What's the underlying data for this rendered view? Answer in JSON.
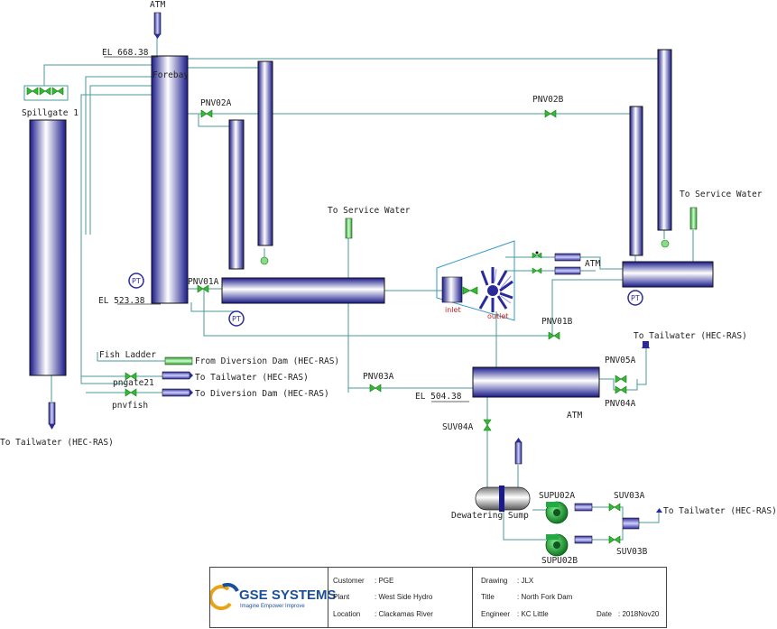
{
  "labels": {
    "atm_top": "ATM",
    "el_668": "EL 668.38",
    "forebay": "Forebay",
    "spillgate": "Spillgate 1",
    "pnv02a": "PNV02A",
    "pnv02b": "PNV02B",
    "to_service_water_1": "To Service Water",
    "to_service_water_2": "To Service Water",
    "el_523": "EL 523.38",
    "pnv01a": "PNV01A",
    "inlet": "inlet",
    "outlet": "outlet",
    "atm_right": "ATM",
    "pnv01b": "PNV01B",
    "to_tailwater_right": "To Tailwater (HEC-RAS)",
    "fish_ladder": "Fish Ladder",
    "from_diversion": "From Diversion Dam (HEC-RAS)",
    "pngate21": "pngate21",
    "to_tailwater_mid": "To Tailwater (HEC-RAS)",
    "to_diversion": "To Diversion Dam (HEC-RAS)",
    "pnvfish": "pnvfish",
    "pnv03a": "PNV03A",
    "el_504": "EL 504.38",
    "pnv05a": "PNV05A",
    "pnv04a": "PNV04A",
    "atm_lower": "ATM",
    "suv04a": "SUV04A",
    "to_tailwater_left": "To Tailwater (HEC-RAS)",
    "supu02a": "SUPU02A",
    "suv03a": "SUV03A",
    "dewatering_sump": "Dewatering Sump",
    "to_tailwater_bottom": "To Tailwater (HEC-RAS)",
    "supu02b": "SUPU02B",
    "suv03b": "SUV03B",
    "pt": "PT"
  },
  "title_block": {
    "logo_main": "GSE SYSTEMS",
    "logo_tag": "Imagine Empower Improve",
    "customer_label": "Customer",
    "customer_value": ": PGE",
    "plant_label": "Plant",
    "plant_value": ": West Side Hydro",
    "location_label": "Location",
    "location_value": ": Clackamas River",
    "drawing_label": "Drawing",
    "drawing_value": ": JLX",
    "title_label": "Title",
    "title_value": ": North Fork Dam",
    "engineer_label": "Engineer",
    "engineer_value": ": KC Little",
    "date_label": "Date",
    "date_value": ": 2018Nov20"
  },
  "colors": {
    "tank_edge": "#1a1a8c",
    "tank_mid": "#ffffff",
    "pipe": "#4a9a9a",
    "valve": "#33bb33",
    "pump": "#22aa44",
    "outlet_green": "#66cc66",
    "logo_blue": "#1b4f9c",
    "logo_orange": "#e8a317"
  }
}
